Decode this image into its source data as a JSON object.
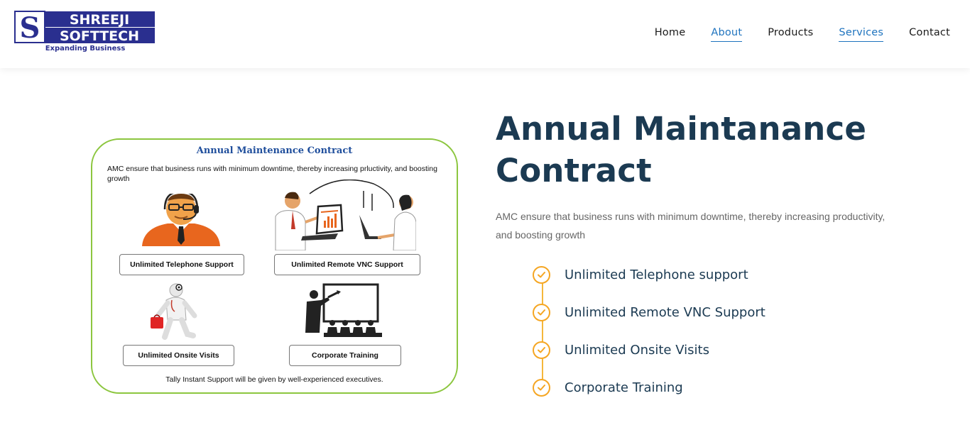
{
  "brand": {
    "name_line1": "SHREEJI",
    "name_line2": "SOFTTECH",
    "tagline": "Expanding Business",
    "logo_mark": "S",
    "primary_color": "#2a2f8f"
  },
  "nav": {
    "items": [
      {
        "label": "Home",
        "active": false
      },
      {
        "label": "About",
        "active": true
      },
      {
        "label": "Products",
        "active": false
      },
      {
        "label": "Services",
        "active": true
      },
      {
        "label": "Contact",
        "active": false
      }
    ],
    "active_color": "#1e73be"
  },
  "illustration": {
    "title": "Annual Maintenance Contract",
    "intro": "AMC ensure that business runs with minimum downtime, thereby increasing prluctivity, and boosting growth",
    "boxes": [
      "Unlimited Telephone Support",
      "Unlimited Remote VNC Support",
      "Unlimited Onsite Visits",
      "Corporate Training"
    ],
    "footer": "Tally Instant Support will  be given by well-experienced executives.",
    "border_color": "#8cc63f"
  },
  "content": {
    "heading": "Annual Maintanance Contract",
    "description": "AMC ensure that business runs with minimum downtime, thereby increasing productivity, and boosting growth",
    "features": [
      {
        "label": "Unlimited Telephone support",
        "icon": "check-circle-icon"
      },
      {
        "label": "Unlimited Remote VNC Support",
        "icon": "check-circle-icon"
      },
      {
        "label": "Unlimited Onsite Visits",
        "icon": "check-circle-icon"
      },
      {
        "label": "Corporate Training",
        "icon": "check-circle-icon"
      }
    ],
    "accent_color": "#f5a623"
  }
}
